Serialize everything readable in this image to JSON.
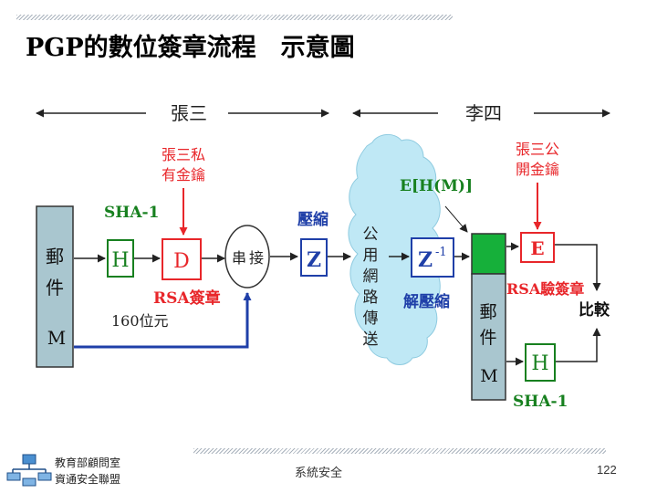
{
  "slide": {
    "title": "PGP的數位簽章流程　示意圖",
    "footer_center": "系統安全",
    "page_number": "122",
    "logo_line1": "教育部顧問室",
    "logo_line2": "資通安全聯盟"
  },
  "diagram": {
    "sender": "張三",
    "receiver": "李四",
    "mail_left": [
      "郵",
      "件",
      "M"
    ],
    "sha1_left": "SHA-1",
    "hash_box": "H",
    "private_key_label": [
      "張三私",
      "有金鑰"
    ],
    "sign_box": "D",
    "rsa_sign": "RSA簽章",
    "bits_label": "160位元",
    "concat": [
      "串",
      "接"
    ],
    "compress_label": "壓縮",
    "compress_box": "Z",
    "cloud_text": [
      "公",
      "用",
      "網",
      "路",
      "傳",
      "送"
    ],
    "ehm_label": "E[H(M)]",
    "decompress_box": "Z",
    "decompress_sup": "-1",
    "decompress_label": "解壓縮",
    "public_key_label": [
      "張三公",
      "開金鑰"
    ],
    "verify_box": "E",
    "rsa_verify": "RSA驗簽章",
    "mail_right": [
      "郵",
      "件",
      "M"
    ],
    "compare": "比較",
    "hash_box_right": "H",
    "sha1_right": "SHA-1"
  },
  "colors": {
    "red": "#e8262a",
    "blue": "#1f3fa8",
    "green": "#17801f",
    "mail_fill": "#a9c6cf",
    "bright_green": "#16b03a",
    "cloud": "#bfe8f5"
  }
}
